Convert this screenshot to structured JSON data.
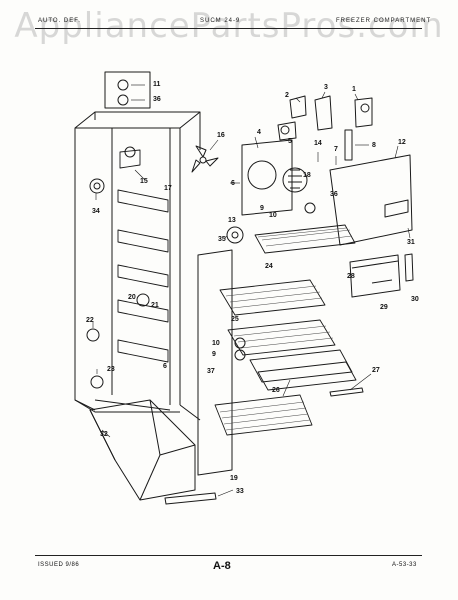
{
  "watermark": "AppliancePartsPros.com",
  "header": {
    "left": "AUTO. DEF.",
    "center": "SUCM 24-9",
    "right": "FREEZER COMPARTMENT"
  },
  "callouts": [
    {
      "id": "c11",
      "text": "11"
    },
    {
      "id": "c36a",
      "text": "36"
    },
    {
      "id": "c2",
      "text": "2"
    },
    {
      "id": "c3",
      "text": "3"
    },
    {
      "id": "c1",
      "text": "1"
    },
    {
      "id": "c16",
      "text": "16"
    },
    {
      "id": "c4",
      "text": "4"
    },
    {
      "id": "c5",
      "text": "5"
    },
    {
      "id": "c14",
      "text": "14"
    },
    {
      "id": "c7",
      "text": "7"
    },
    {
      "id": "c8",
      "text": "8"
    },
    {
      "id": "c12",
      "text": "12"
    },
    {
      "id": "c15",
      "text": "15"
    },
    {
      "id": "c17",
      "text": "17"
    },
    {
      "id": "c18",
      "text": "18"
    },
    {
      "id": "c6",
      "text": "6"
    },
    {
      "id": "c36b",
      "text": "36"
    },
    {
      "id": "c34",
      "text": "34"
    },
    {
      "id": "c9a",
      "text": "9"
    },
    {
      "id": "c10a",
      "text": "10"
    },
    {
      "id": "c13",
      "text": "13"
    },
    {
      "id": "c31",
      "text": "31"
    },
    {
      "id": "c35",
      "text": "35"
    },
    {
      "id": "c24",
      "text": "24"
    },
    {
      "id": "c28",
      "text": "28"
    },
    {
      "id": "c30",
      "text": "30"
    },
    {
      "id": "c29",
      "text": "29"
    },
    {
      "id": "c20",
      "text": "20"
    },
    {
      "id": "c21",
      "text": "21"
    },
    {
      "id": "c22",
      "text": "22"
    },
    {
      "id": "c25",
      "text": "25"
    },
    {
      "id": "c10b",
      "text": "10"
    },
    {
      "id": "c9b",
      "text": "9"
    },
    {
      "id": "c37",
      "text": "37"
    },
    {
      "id": "c23",
      "text": "23"
    },
    {
      "id": "c6b",
      "text": "6"
    },
    {
      "id": "c26",
      "text": "26"
    },
    {
      "id": "c27",
      "text": "27"
    },
    {
      "id": "c32",
      "text": "32"
    },
    {
      "id": "c19",
      "text": "19"
    },
    {
      "id": "c33",
      "text": "33"
    }
  ],
  "footer": {
    "issued": "ISSUED 9/86",
    "page": "A-8",
    "code": "A-53-33"
  }
}
